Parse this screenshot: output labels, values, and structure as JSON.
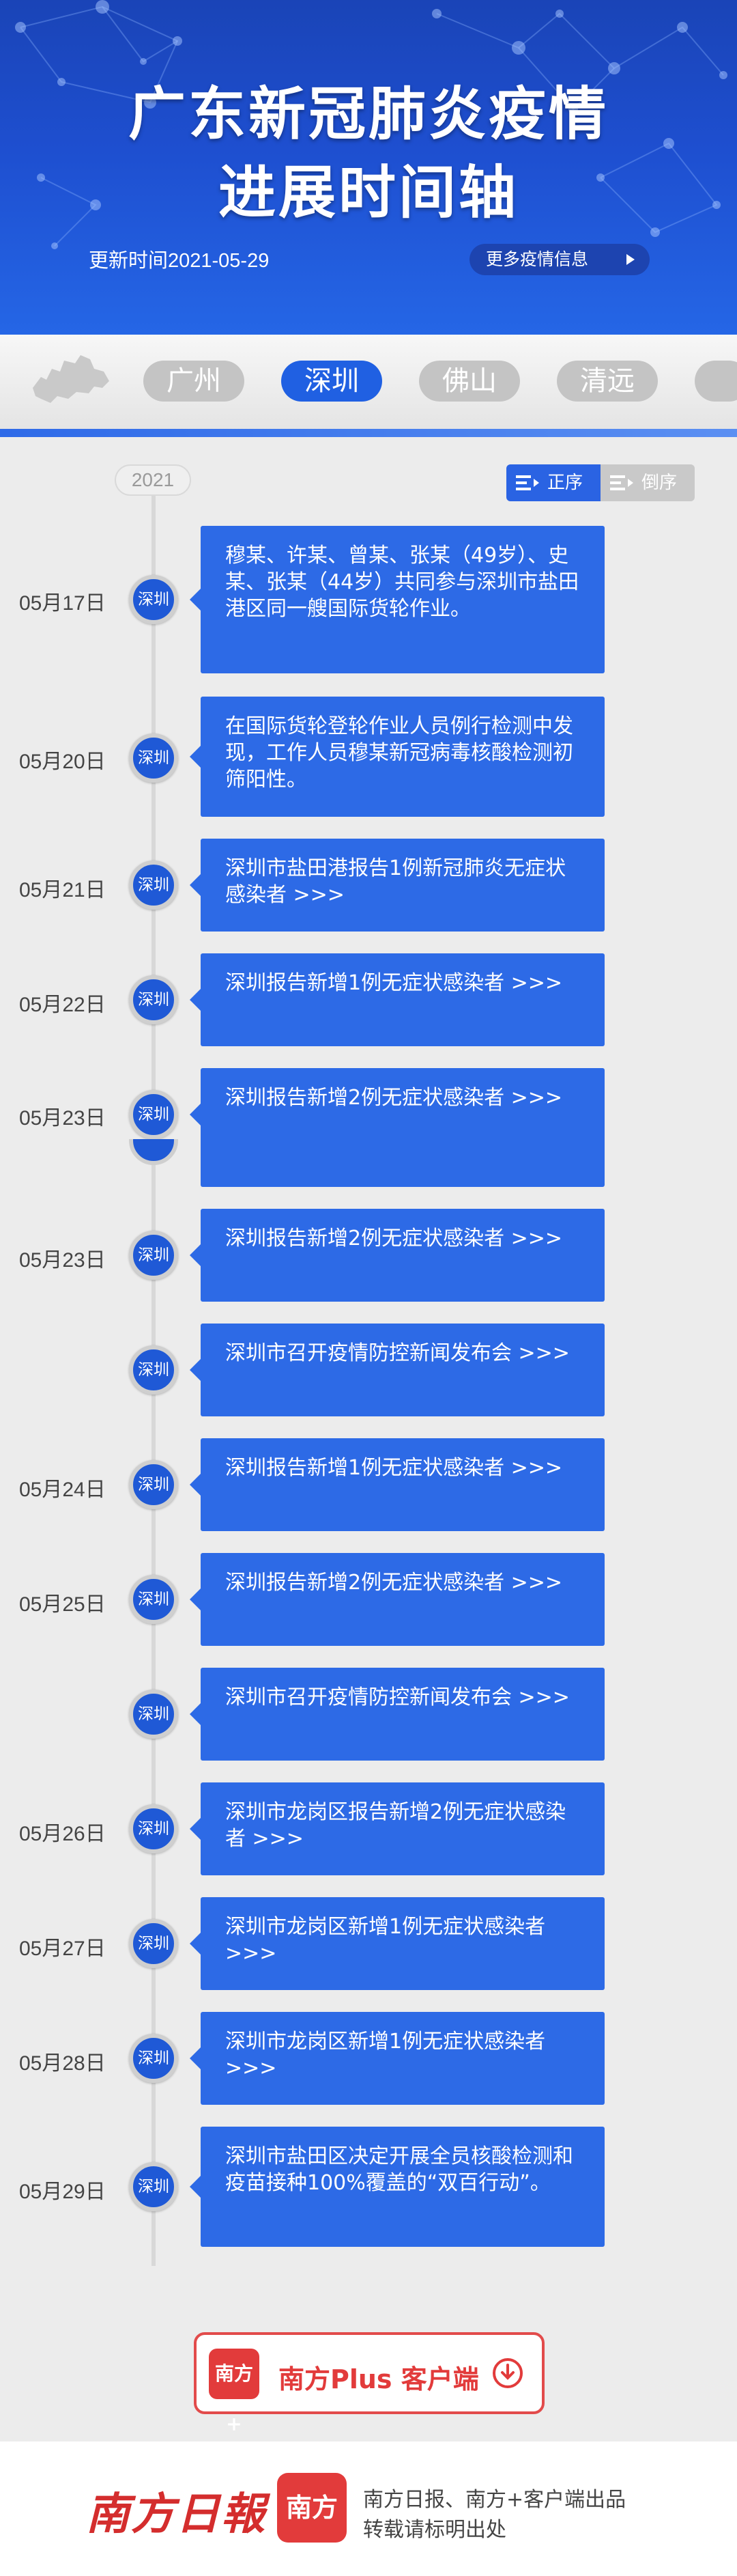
{
  "header": {
    "title_line1": "广东新冠肺炎疫情",
    "title_line2": "进展时间轴",
    "update_time": "更新时间2021-05-29",
    "more_button": "更多疫情信息",
    "background_color": "#1e4fd0"
  },
  "cities": {
    "tabs": [
      "广州",
      "深圳",
      "佛山",
      "清远"
    ],
    "active": "深圳",
    "active_color": "#2060e2",
    "inactive_color": "#c4c4c4"
  },
  "timeline": {
    "year": "2021",
    "sort_asc_label": "正序",
    "sort_desc_label": "倒序",
    "node_label": "深圳",
    "card_color": "#2d6ae6",
    "events": [
      {
        "date": "05月17日",
        "text": "穆某、许某、曾某、张某（49岁）、史某、张某（44岁）共同参与深圳市盐田港区同一艘国际货轮作业。"
      },
      {
        "date": "05月20日",
        "text": "在国际货轮登轮作业人员例行检测中发现，工作人员穆某新冠病毒核酸检测初筛阳性。"
      },
      {
        "date": "05月21日",
        "text": "深圳市盐田港报告1例新冠肺炎无症状感染者 >>>"
      },
      {
        "date": "05月22日",
        "text": "深圳报告新增1例无症状感染者 >>>"
      },
      {
        "date": "05月23日",
        "text": "深圳报告新增2例无症状感染者 >>>"
      },
      {
        "date": "05月23日",
        "text": "深圳报告新增2例无症状感染者 >>>"
      },
      {
        "date": "",
        "text": "深圳市召开疫情防控新闻发布会 >>>"
      },
      {
        "date": "05月24日",
        "text": "深圳报告新增1例无症状感染者 >>>"
      },
      {
        "date": "05月25日",
        "text": "深圳报告新增2例无症状感染者 >>>"
      },
      {
        "date": "",
        "text": "深圳市召开疫情防控新闻发布会 >>>"
      },
      {
        "date": "05月26日",
        "text": "深圳市龙岗区报告新增2例无症状感染者 >>>"
      },
      {
        "date": "05月27日",
        "text": "深圳市龙岗区新增1例无症状感染者 >>>"
      },
      {
        "date": "05月28日",
        "text": "深圳市龙岗区新增1例无症状感染者 >>>"
      },
      {
        "date": "05月29日",
        "text": "深圳市盐田区决定开展全员核酸检测和疫苗接种100%覆盖的“双百行动”。"
      }
    ]
  },
  "app_button": {
    "logo_text": "南方+",
    "label": "南方Plus 客户端"
  },
  "footer": {
    "brand": "南方日報",
    "logo_text": "南方+",
    "line1": "南方日报、南方+客户端出品",
    "line2": "转载请标明出处"
  }
}
